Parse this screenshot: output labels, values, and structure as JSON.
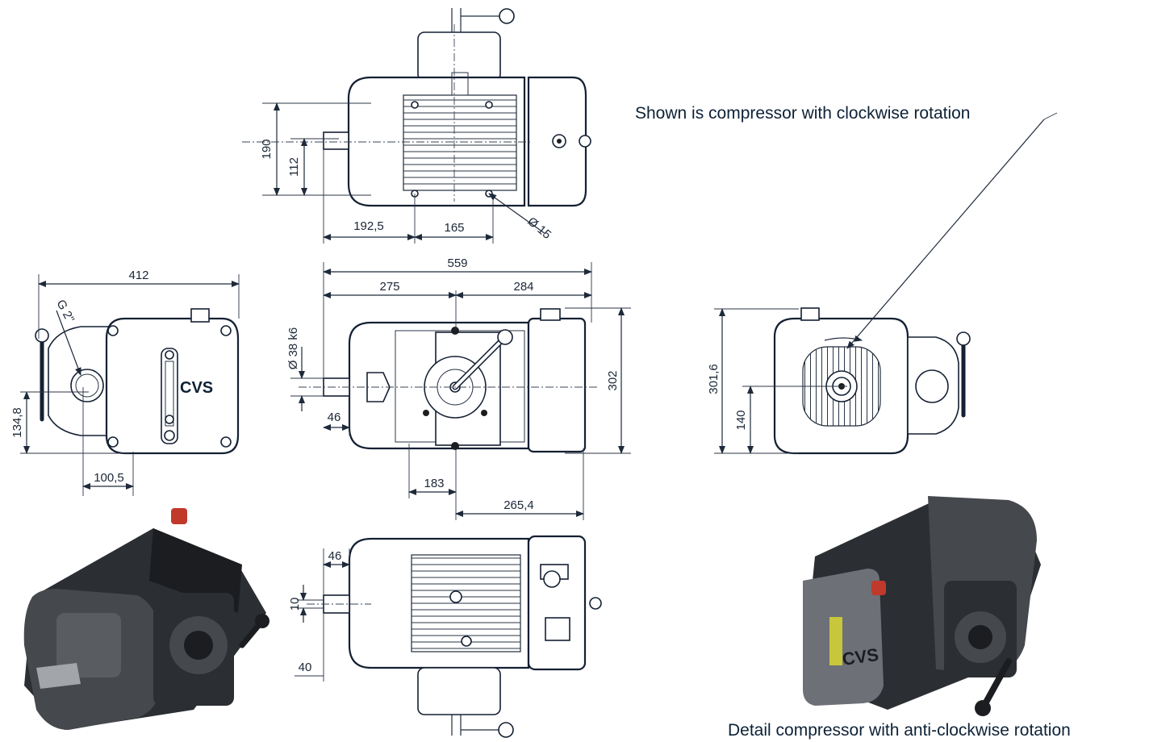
{
  "annotations": {
    "rotation_note": "Shown is compressor with clockwise rotation",
    "detail_caption": "Detail compressor with anti-clockwise rotation",
    "logo_text": "CVS"
  },
  "dimensions": {
    "top_view": {
      "height_outer": "190",
      "height_inner": "112",
      "shaft_to_hole": "192,5",
      "hole_spacing": "165",
      "hole_diameter": "Ø 15"
    },
    "front_view": {
      "overall_length": "559",
      "left_length": "275",
      "right_length": "284",
      "shaft_diameter": "Ø 38 k6",
      "shaft_length": "46",
      "height": "302",
      "base_left": "183",
      "base_right": "265,4"
    },
    "side_view_left": {
      "width": "412",
      "port": "G 2\"",
      "port_height": "134,8",
      "port_offset": "100,5"
    },
    "side_view_right": {
      "height_outer": "301,6",
      "shaft_height": "140"
    },
    "bottom_view": {
      "shaft_length": "46",
      "key_width": "10",
      "key_length": "40"
    }
  }
}
